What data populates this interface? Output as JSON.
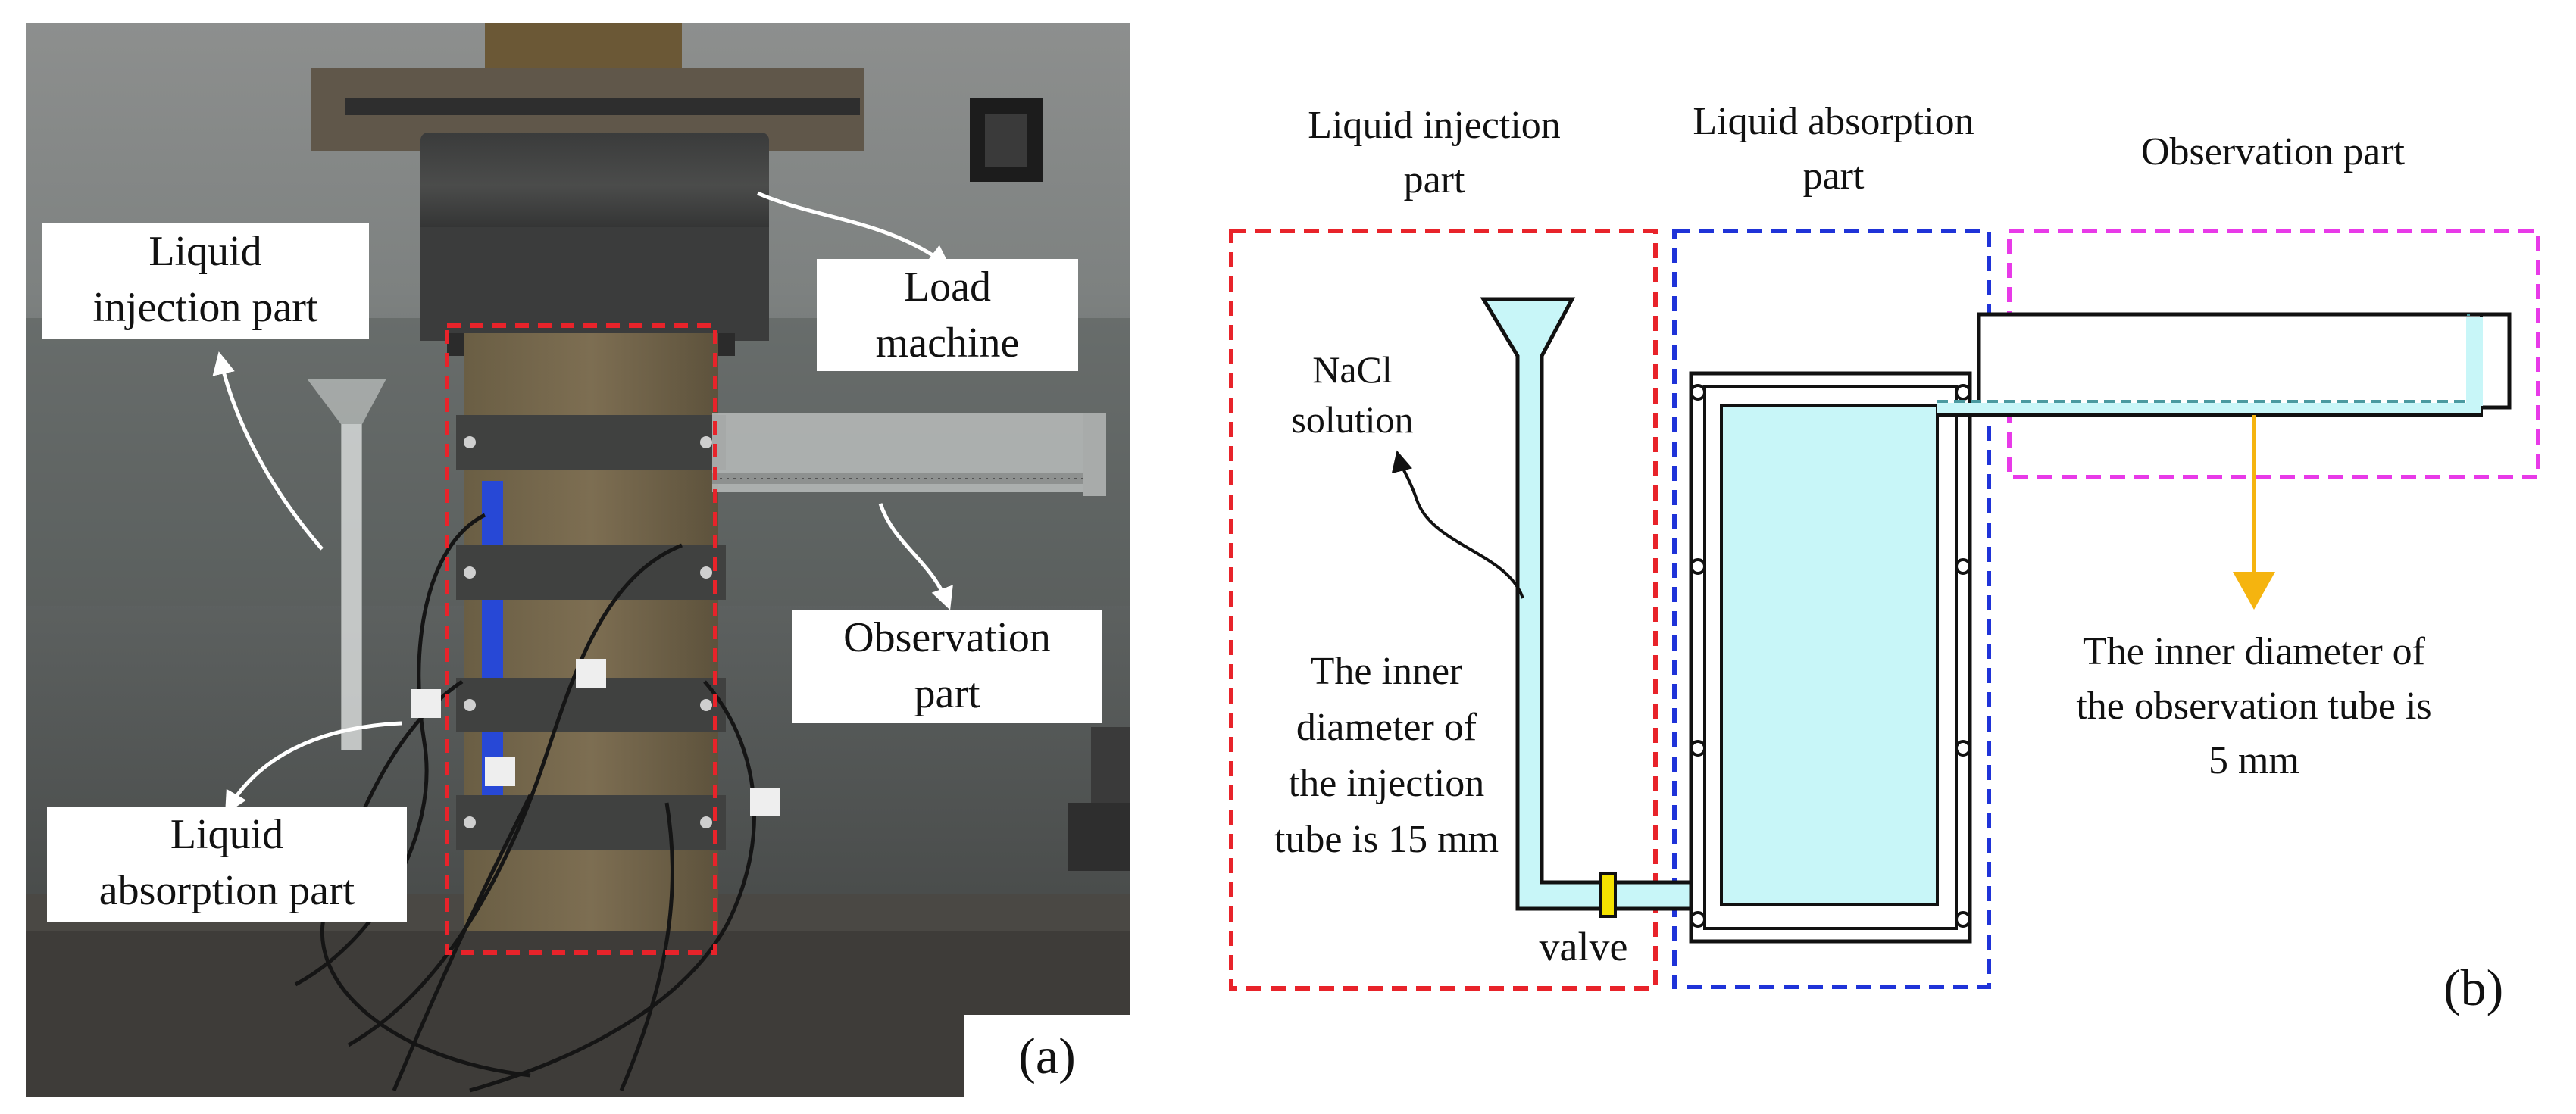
{
  "panel_a": {
    "tag": "(a)",
    "labels": {
      "injection": [
        "Liquid",
        "injection part"
      ],
      "load": [
        "Load",
        "machine"
      ],
      "observation": [
        "Observation",
        "part"
      ],
      "absorption": [
        "Liquid",
        "absorption part"
      ]
    }
  },
  "panel_b": {
    "tag": "(b)",
    "injection_title": [
      "Liquid  injection",
      "part"
    ],
    "absorption_title": [
      "Liquid  absorption",
      "part"
    ],
    "observation_title": "Observation part",
    "nacl": [
      "NaCl",
      "solution"
    ],
    "injection_note": [
      "The inner",
      "diameter of",
      "the injection",
      "tube is 15 mm"
    ],
    "valve": "valve",
    "observation_note": [
      "The inner diameter of",
      "the observation tube is",
      "5 mm"
    ]
  },
  "colors": {
    "injection_box": "#e8232a",
    "absorption_box": "#1f33d8",
    "observation_box": "#e83ae8",
    "liquid": "#c8f6f8",
    "arrow": "#f5b40f",
    "valve": "#f4e300"
  }
}
